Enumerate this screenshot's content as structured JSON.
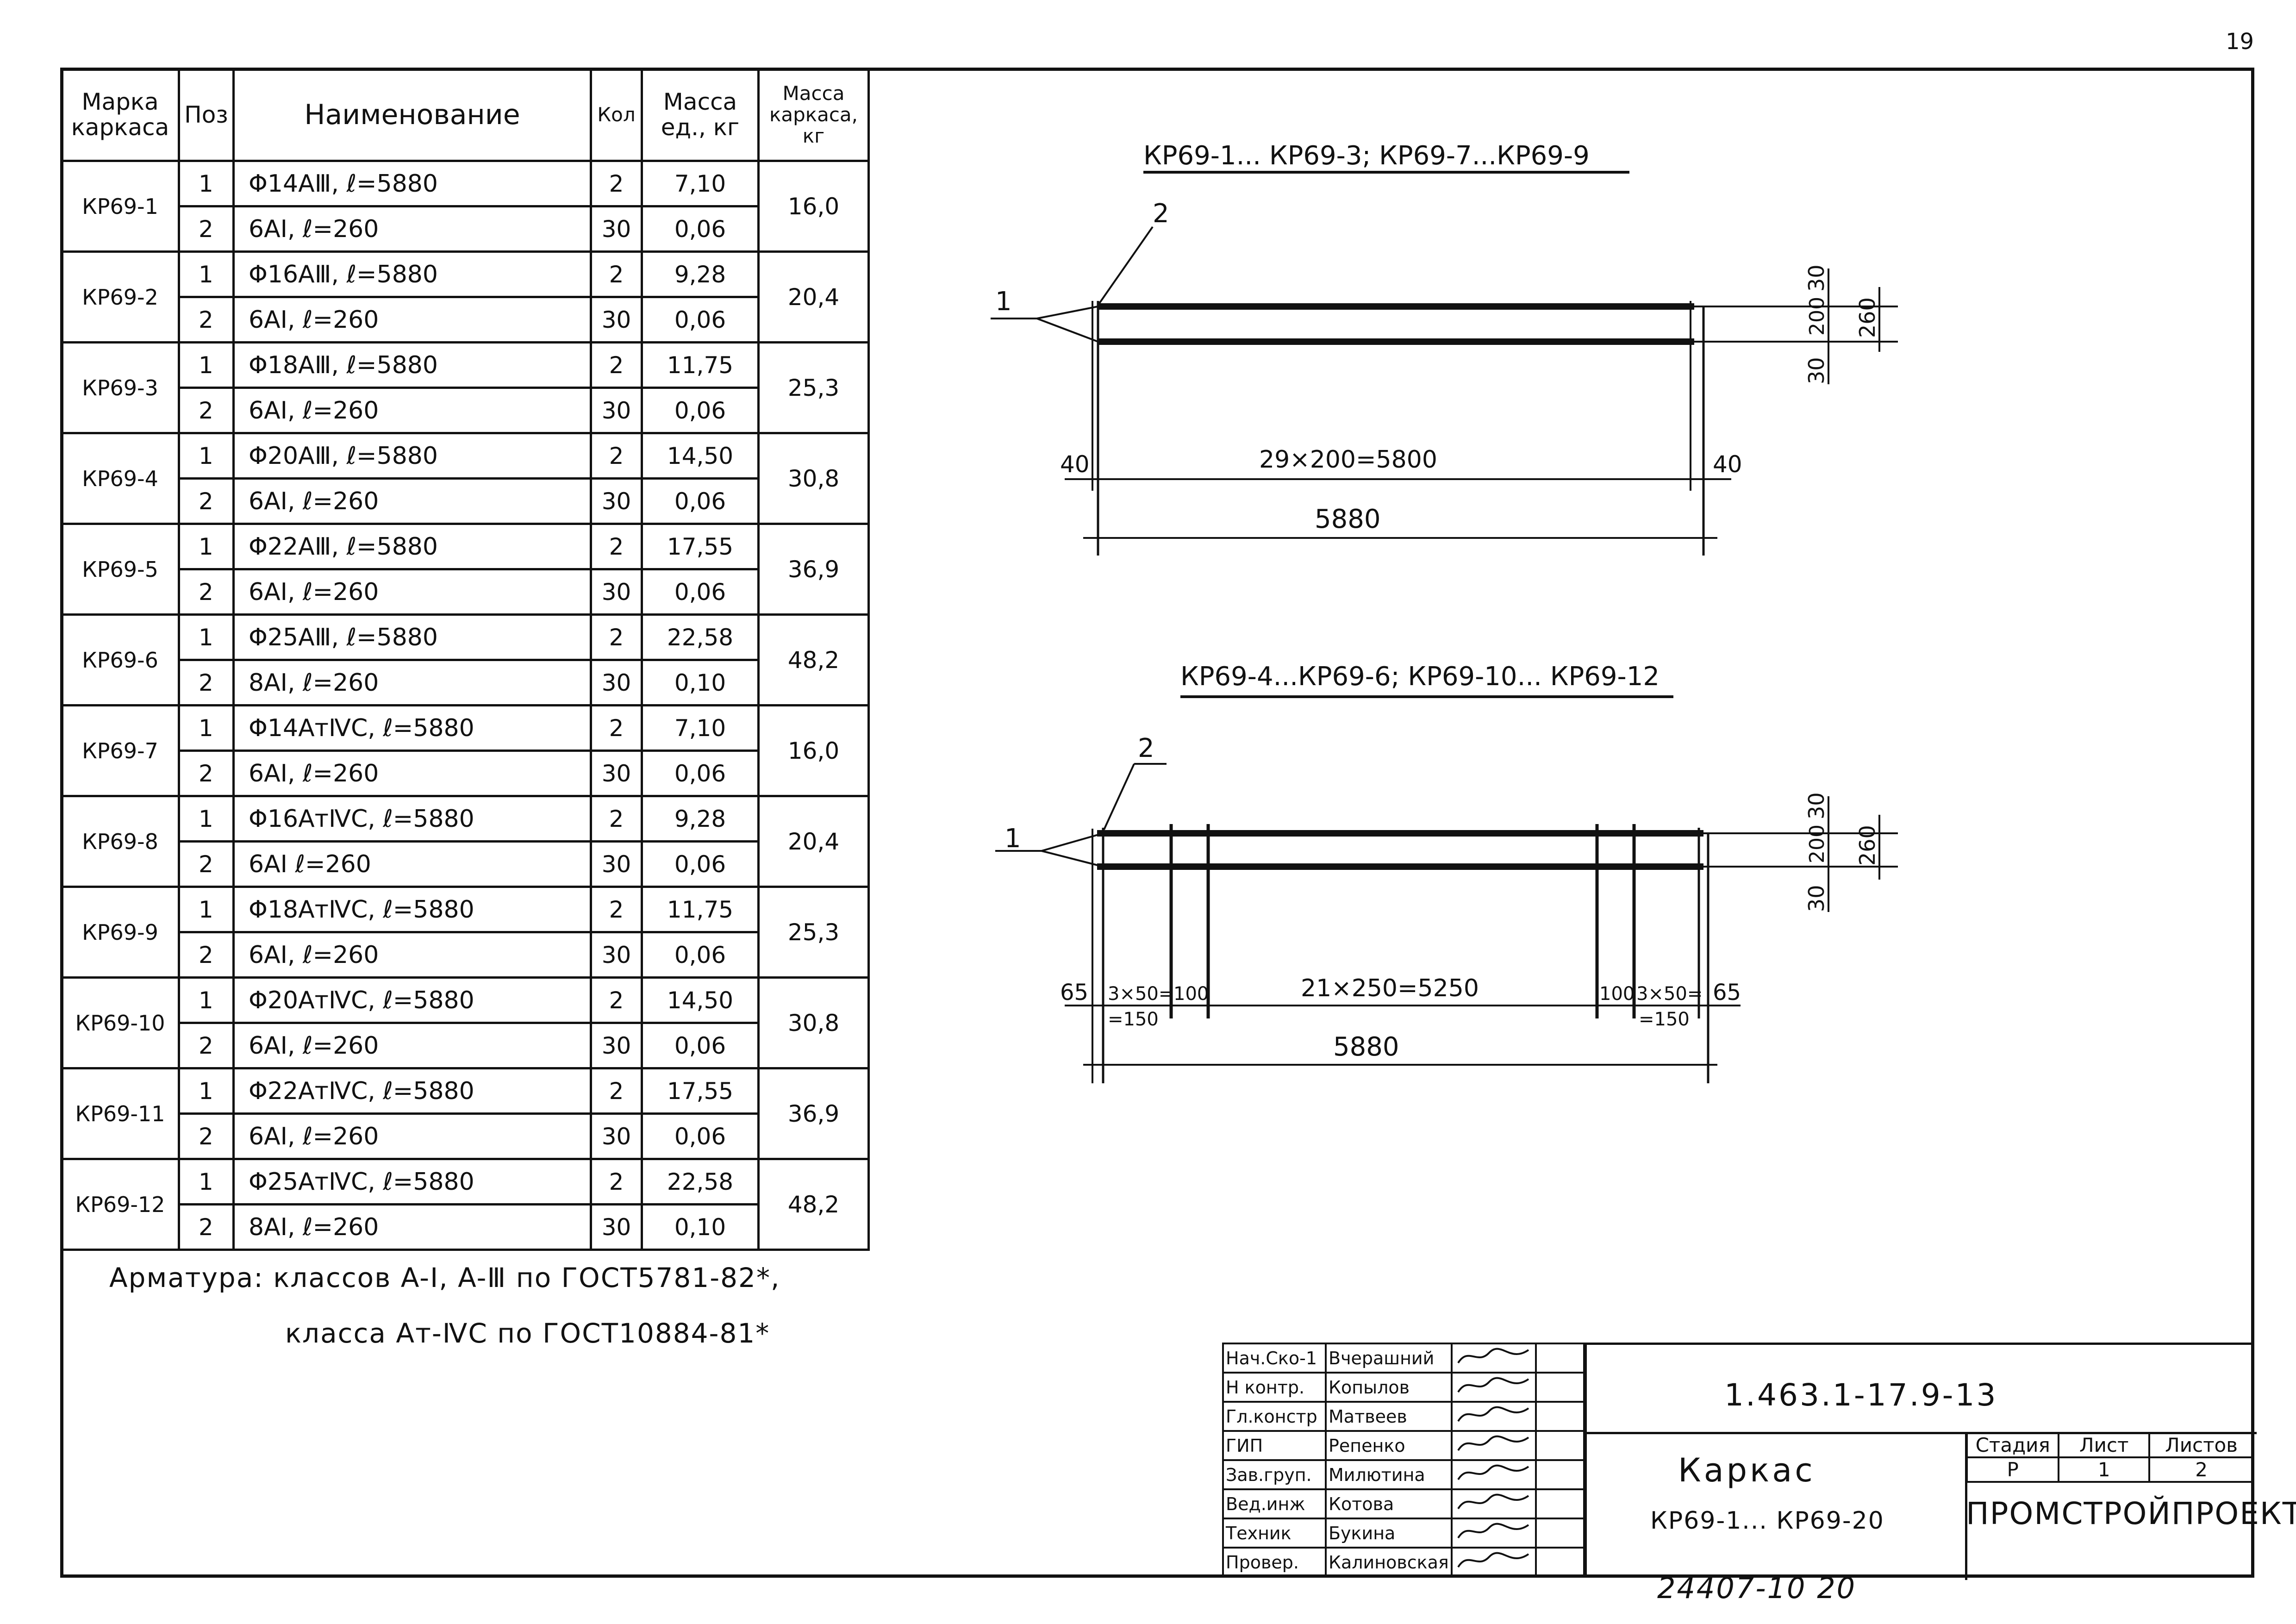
{
  "page_number": "19",
  "table": {
    "headers": {
      "mark": "Марка каркаса",
      "pos": "Поз",
      "name": "Наименование",
      "qty": "Кол",
      "unit_mass": "Масса ед., кг",
      "frame_mass": "Масса каркаса, кг"
    },
    "groups": [
      {
        "mark": "КР69-1",
        "mass": "16,0",
        "rows": [
          {
            "pos": "1",
            "name": "Φ14AⅢ, ℓ=5880",
            "qty": "2",
            "unit_mass": "7,10"
          },
          {
            "pos": "2",
            "name": "6AⅠ, ℓ=260",
            "qty": "30",
            "unit_mass": "0,06"
          }
        ]
      },
      {
        "mark": "КР69-2",
        "mass": "20,4",
        "rows": [
          {
            "pos": "1",
            "name": "Φ16AⅢ, ℓ=5880",
            "qty": "2",
            "unit_mass": "9,28"
          },
          {
            "pos": "2",
            "name": "6AⅠ, ℓ=260",
            "qty": "30",
            "unit_mass": "0,06"
          }
        ]
      },
      {
        "mark": "КР69-3",
        "mass": "25,3",
        "rows": [
          {
            "pos": "1",
            "name": "Φ18AⅢ, ℓ=5880",
            "qty": "2",
            "unit_mass": "11,75"
          },
          {
            "pos": "2",
            "name": "6AⅠ, ℓ=260",
            "qty": "30",
            "unit_mass": "0,06"
          }
        ]
      },
      {
        "mark": "КР69-4",
        "mass": "30,8",
        "rows": [
          {
            "pos": "1",
            "name": "Φ20AⅢ, ℓ=5880",
            "qty": "2",
            "unit_mass": "14,50"
          },
          {
            "pos": "2",
            "name": "6AⅠ, ℓ=260",
            "qty": "30",
            "unit_mass": "0,06"
          }
        ]
      },
      {
        "mark": "КР69-5",
        "mass": "36,9",
        "rows": [
          {
            "pos": "1",
            "name": "Φ22AⅢ, ℓ=5880",
            "qty": "2",
            "unit_mass": "17,55"
          },
          {
            "pos": "2",
            "name": "6AⅠ, ℓ=260",
            "qty": "30",
            "unit_mass": "0,06"
          }
        ]
      },
      {
        "mark": "КР69-6",
        "mass": "48,2",
        "rows": [
          {
            "pos": "1",
            "name": "Φ25AⅢ, ℓ=5880",
            "qty": "2",
            "unit_mass": "22,58"
          },
          {
            "pos": "2",
            "name": "8AⅠ, ℓ=260",
            "qty": "30",
            "unit_mass": "0,10"
          }
        ]
      },
      {
        "mark": "КР69-7",
        "mass": "16,0",
        "rows": [
          {
            "pos": "1",
            "name": "Φ14AтⅣC, ℓ=5880",
            "qty": "2",
            "unit_mass": "7,10"
          },
          {
            "pos": "2",
            "name": "6AⅠ, ℓ=260",
            "qty": "30",
            "unit_mass": "0,06"
          }
        ]
      },
      {
        "mark": "КР69-8",
        "mass": "20,4",
        "rows": [
          {
            "pos": "1",
            "name": "Φ16AтⅣC, ℓ=5880",
            "qty": "2",
            "unit_mass": "9,28"
          },
          {
            "pos": "2",
            "name": "6AⅠ ℓ=260",
            "qty": "30",
            "unit_mass": "0,06"
          }
        ]
      },
      {
        "mark": "КР69-9",
        "mass": "25,3",
        "rows": [
          {
            "pos": "1",
            "name": "Φ18AтⅣC, ℓ=5880",
            "qty": "2",
            "unit_mass": "11,75"
          },
          {
            "pos": "2",
            "name": "6AⅠ, ℓ=260",
            "qty": "30",
            "unit_mass": "0,06"
          }
        ]
      },
      {
        "mark": "КР69-10",
        "mass": "30,8",
        "rows": [
          {
            "pos": "1",
            "name": "Φ20AтⅣC, ℓ=5880",
            "qty": "2",
            "unit_mass": "14,50"
          },
          {
            "pos": "2",
            "name": "6AⅠ, ℓ=260",
            "qty": "30",
            "unit_mass": "0,06"
          }
        ]
      },
      {
        "mark": "КР69-11",
        "mass": "36,9",
        "rows": [
          {
            "pos": "1",
            "name": "Φ22AтⅣC, ℓ=5880",
            "qty": "2",
            "unit_mass": "17,55"
          },
          {
            "pos": "2",
            "name": "6AⅠ, ℓ=260",
            "qty": "30",
            "unit_mass": "0,06"
          }
        ]
      },
      {
        "mark": "КР69-12",
        "mass": "48,2",
        "rows": [
          {
            "pos": "1",
            "name": "Φ25AтⅣC, ℓ=5880",
            "qty": "2",
            "unit_mass": "22,58"
          },
          {
            "pos": "2",
            "name": "8AⅠ, ℓ=260",
            "qty": "30",
            "unit_mass": "0,10"
          }
        ]
      }
    ]
  },
  "notes": {
    "line1": "Арматура: классов A-Ⅰ, A-Ⅲ по ГОСТ5781-82*,",
    "line2": "класса Aт-ⅣC по ГОСТ10884-81*"
  },
  "drawing1": {
    "title": "КР69-1... КР69-3; КР69-7...КР69-9",
    "leader_1": "1",
    "leader_2": "2",
    "dim_left": "40",
    "dim_middle": "29×200=5800",
    "dim_right": "40",
    "dim_total": "5880",
    "dim_top": "30",
    "dim_height": "200",
    "dim_bottom": "30",
    "dim_overall": "260"
  },
  "drawing2": {
    "title": "КР69-4...КР69-6; КР69-10... КР69-12",
    "leader_1": "1",
    "leader_2": "2",
    "dim_left": "65",
    "dim_left_group": "3×50=",
    "dim_left_group_result": "=150",
    "dim_left_100": "100",
    "dim_middle": "21×250=5250",
    "dim_right_100": "100",
    "dim_right_group": "3×50=",
    "dim_right_group_result": "=150",
    "dim_right": "65",
    "dim_total": "5880",
    "dim_top": "30",
    "dim_height": "200",
    "dim_bottom": "30",
    "dim_overall": "260"
  },
  "title_block": {
    "signatures": [
      {
        "role": "Нач.Ско-1",
        "name": "Вчерашний"
      },
      {
        "role": "Н контр.",
        "name": "Копылов"
      },
      {
        "role": "Гл.констр",
        "name": "Матвеев"
      },
      {
        "role": "ГИП",
        "name": "Репенко"
      },
      {
        "role": "Зав.груп.",
        "name": "Милютина"
      },
      {
        "role": "Вед.инж",
        "name": "Котова"
      },
      {
        "role": "Техник",
        "name": "Букина"
      },
      {
        "role": "Провер.",
        "name": "Калиновская"
      }
    ],
    "doc_code": "1.463.1-17.9-13",
    "title": "Каркас",
    "subtitle": "КР69-1... КР69-20",
    "stage_label": "Стадия",
    "sheet_label": "Лист",
    "sheets_label": "Листов",
    "stage": "Р",
    "sheet": "1",
    "sheets": "2",
    "organization": "ПРОМСТРОЙПРОЕКТ"
  },
  "archive_number": "24407-10 20"
}
